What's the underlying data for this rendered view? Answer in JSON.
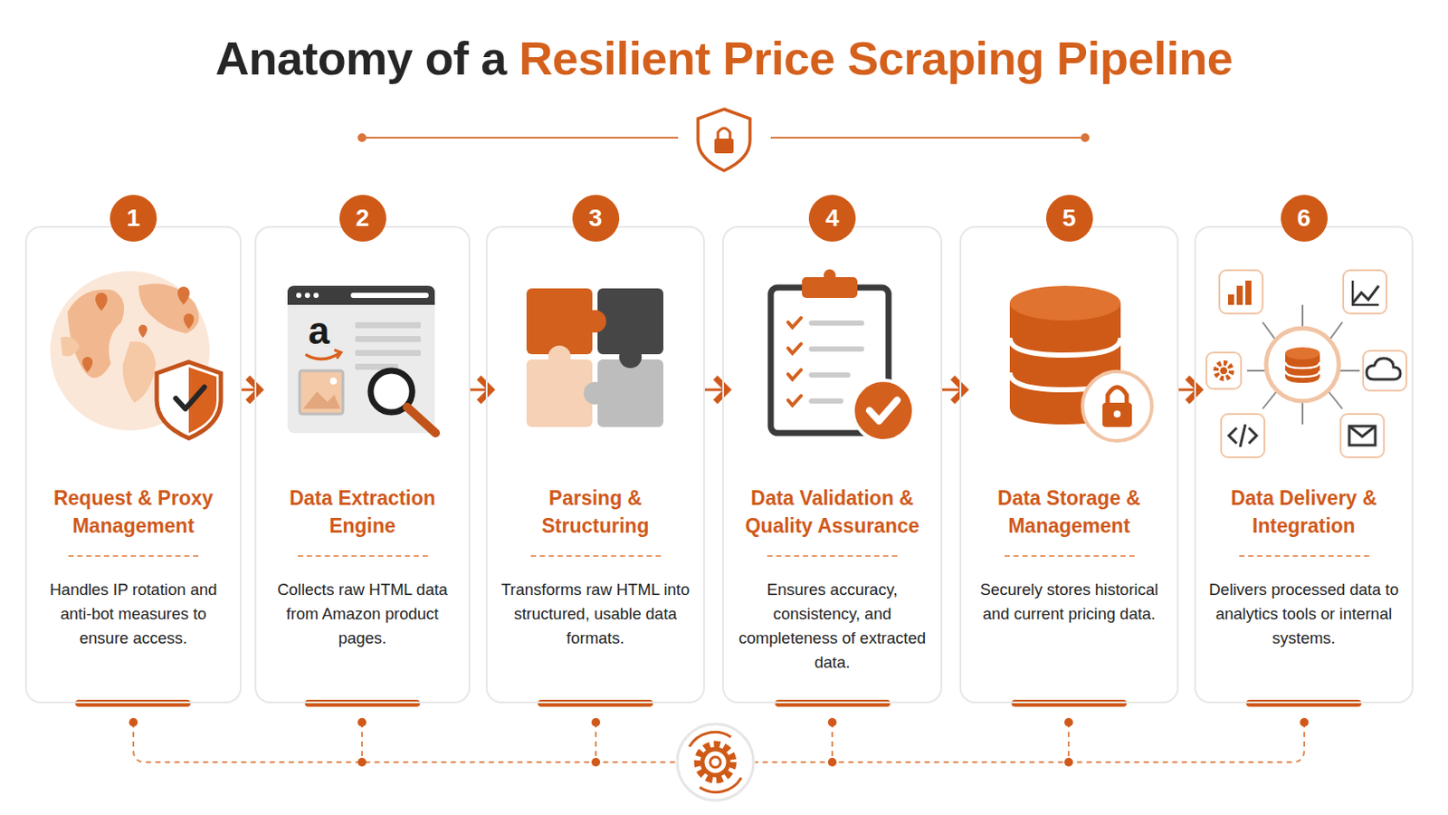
{
  "diagram": {
    "title": "Anatomy of a Resilient Price Scraping Pipeline",
    "nodes": [
      {
        "text": [
          "1",
          "Request & Proxy Management",
          "Handles IP rotation and anti-bot measures to ensure access."
        ]
      },
      {
        "text": [
          "2",
          "Data Extraction Engine",
          "Collects raw HTML data from Amazon product pages."
        ]
      },
      {
        "text": [
          "3",
          "Parsing & Structuring",
          "Transforms raw HTML into structured, usable data formats."
        ]
      },
      {
        "text": [
          "4",
          "Data Validation & Quality Assurance",
          "Ensures accuracy, consistency, and completeness of extracted data."
        ]
      },
      {
        "text": [
          "5",
          "Data Storage & Management",
          "Securely stores historical and current pricing data."
        ]
      },
      {
        "text": [
          "6",
          "Data Delivery & Integration",
          "Delivers processed data to analytics tools or internal systems."
        ]
      }
    ],
    "edges": [
      {
        "from": 0,
        "to": 1,
        "arrow": "to"
      },
      {
        "from": 1,
        "to": 2,
        "arrow": "to"
      },
      {
        "from": 2,
        "to": 3,
        "arrow": "to"
      },
      {
        "from": 3,
        "to": 4,
        "arrow": "to"
      },
      {
        "from": 4,
        "to": 5,
        "arrow": "to"
      }
    ],
    "labels": [
      "a"
    ]
  }
}
